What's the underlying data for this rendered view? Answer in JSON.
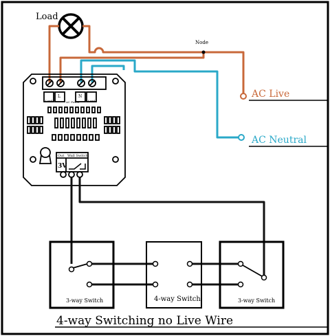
{
  "labels": {
    "load": "Load",
    "node": "Node",
    "ac_live": "AC Live",
    "ac_neutral": "AC Neutral",
    "terminal_load": "Load",
    "terminal_l": "L",
    "terminal_ac_power": "AC Power",
    "terminal_n": "N",
    "terminal_load2": "Load",
    "out": "Out",
    "wall_switch": "Wall Switch",
    "voltage": "3V",
    "switch_left": "3-way Switch",
    "switch_middle": "4-way Switch",
    "switch_right": "3-way Switch",
    "caption": "4-way Switching no Live Wire"
  },
  "colors": {
    "live_wire": "#c8683a",
    "neutral_wire": "#2aa8c8",
    "switch_wire": "#111111",
    "frame": "#000000"
  }
}
